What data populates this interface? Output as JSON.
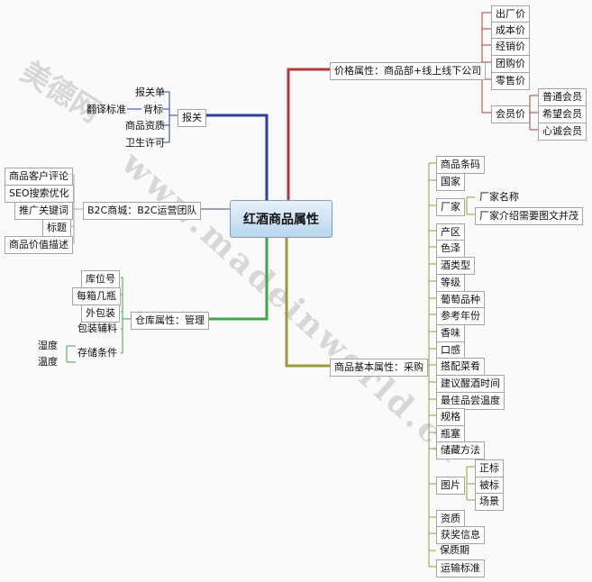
{
  "central": "红酒商品属性",
  "watermark": {
    "brand": "美德网",
    "url": "www.madeinworld.cn"
  },
  "branches": {
    "price": {
      "label": "价格属性：商品部+线上线下公司",
      "items": [
        "出厂价",
        "成本价",
        "经销价",
        "团购价",
        "零售价"
      ],
      "member": {
        "label": "会员价",
        "items": [
          "普通会员",
          "希望会员",
          "心诚会员"
        ]
      }
    },
    "customs": {
      "label": "报关",
      "items": [
        "报关单",
        "背标",
        "商品资质",
        "卫生许可"
      ],
      "translate": "翻译标准"
    },
    "b2c": {
      "label": "B2C商城：B2C运营团队",
      "items": [
        "商品客户评论",
        "SEO搜索优化",
        "推广关键词",
        "标题",
        "商品价值描述"
      ]
    },
    "warehouse": {
      "label": "仓库属性：管理",
      "items": [
        "库位号",
        "每箱几瓶",
        "外包装",
        "包装辅料"
      ],
      "storage": {
        "label": "存储条件",
        "items": [
          "湿度",
          "温度"
        ]
      }
    },
    "basic": {
      "label": "商品基本属性：采购",
      "items": [
        "商品条码",
        "国家",
        "厂家",
        "产区",
        "色泽",
        "酒类型",
        "等级",
        "葡萄品种",
        "参考年份",
        "香味",
        "口感",
        "搭配菜肴",
        "建议醒酒时间",
        "最佳品尝温度",
        "规格",
        "瓶塞",
        "储藏方法",
        "图片",
        "资质",
        "获奖信息",
        "保质期",
        "运输标准"
      ],
      "factory": [
        "厂家名称",
        "厂家介绍需要图文并茂"
      ],
      "picture": [
        "正标",
        "被标",
        "场景"
      ]
    }
  }
}
